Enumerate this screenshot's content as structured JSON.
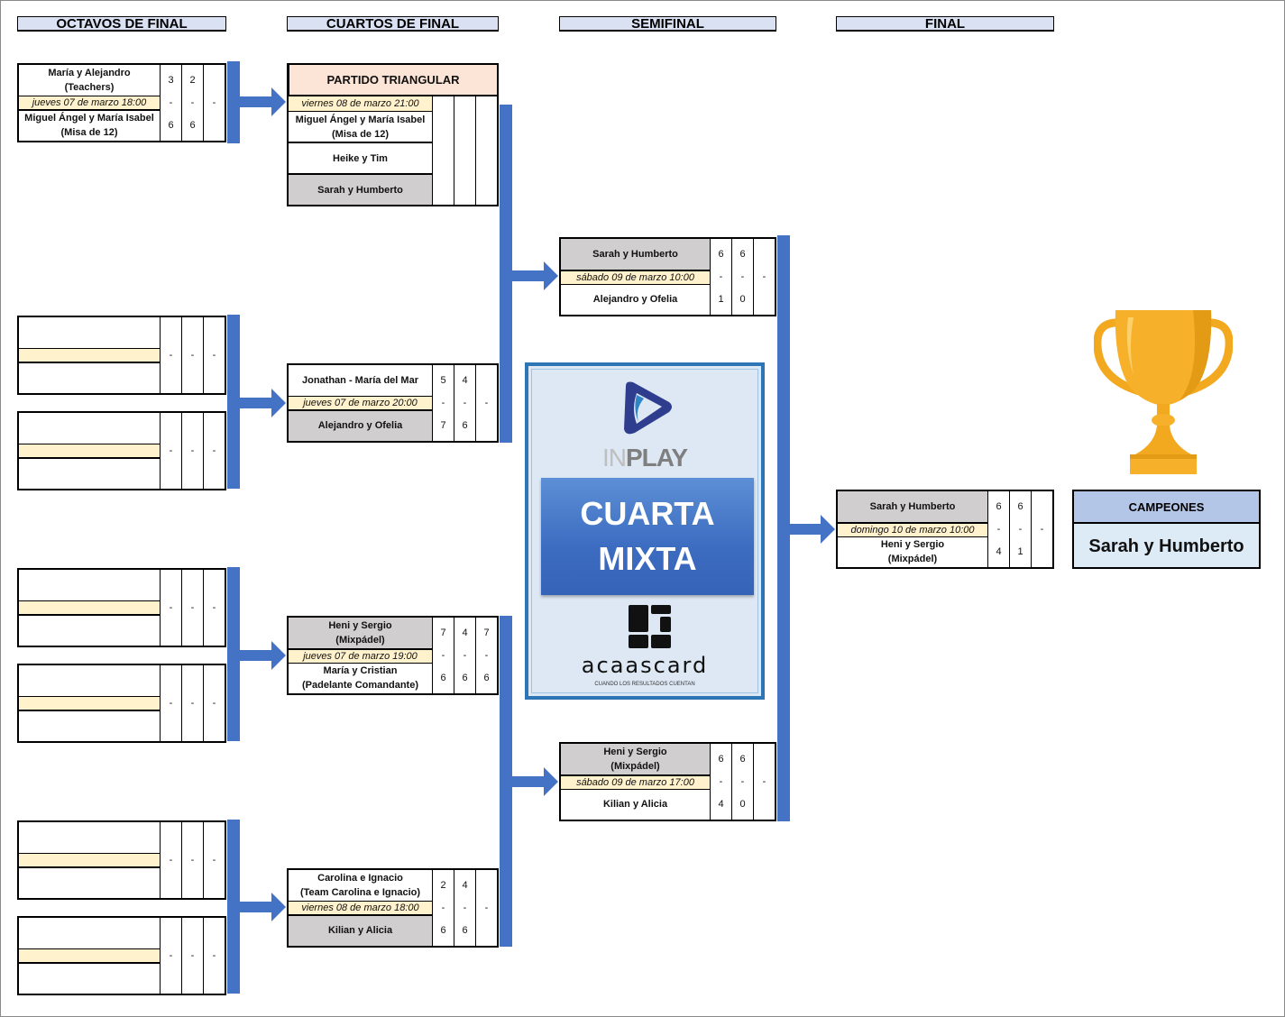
{
  "rounds": {
    "octavos": "OCTAVOS DE FINAL",
    "cuartos": "CUARTOS DE FINAL",
    "semifinal": "SEMIFINAL",
    "final": "FINAL"
  },
  "octavos": [
    {
      "team1": "María y Alejandro\n(Teachers)",
      "date": "jueves 07 de marzo 18:00",
      "team2": "Miguel Ángel y María Isabel\n(Misa de 12)",
      "s1": [
        "3",
        "2",
        ""
      ],
      "sd": [
        "-",
        "-",
        "-"
      ],
      "s2": [
        "6",
        "6",
        ""
      ]
    },
    {
      "team1": "",
      "date": "",
      "team2": "",
      "sd": [
        "-",
        "-",
        "-"
      ]
    },
    {
      "team1": "",
      "date": "",
      "team2": "",
      "sd": [
        "-",
        "-",
        "-"
      ]
    },
    {
      "team1": "",
      "date": "",
      "team2": "",
      "sd": [
        "-",
        "-",
        "-"
      ]
    },
    {
      "team1": "",
      "date": "",
      "team2": "",
      "sd": [
        "-",
        "-",
        "-"
      ]
    },
    {
      "team1": "",
      "date": "",
      "team2": "",
      "sd": [
        "-",
        "-",
        "-"
      ]
    },
    {
      "team1": "",
      "date": "",
      "team2": "",
      "sd": [
        "-",
        "-",
        "-"
      ]
    }
  ],
  "cuartos": {
    "triangular": {
      "title": "PARTIDO TRIANGULAR",
      "date": "viernes 08 de marzo 21:00",
      "teams": [
        "Miguel Ángel y María Isabel\n(Misa de 12)",
        "Heike y Tim",
        "Sarah y Humberto"
      ]
    },
    "matches": [
      {
        "team1": "Jonathan - María del Mar",
        "date": "jueves 07 de marzo 20:00",
        "team2": "Alejandro y Ofelia",
        "s1": [
          "5",
          "4",
          ""
        ],
        "sd": [
          "-",
          "-",
          "-"
        ],
        "s2": [
          "7",
          "6",
          ""
        ],
        "winner": 2
      },
      {
        "team1": "Heni y Sergio\n(Mixpádel)",
        "date": "jueves 07 de marzo 19:00",
        "team2": "María y Cristian\n(Padelante Comandante)",
        "s1": [
          "7",
          "4",
          "7"
        ],
        "sd": [
          "-",
          "-",
          "-"
        ],
        "s2": [
          "6",
          "6",
          "6"
        ],
        "winner": 1
      },
      {
        "team1": "Carolina e Ignacio\n(Team Carolina e Ignacio)",
        "date": "viernes 08 de marzo 18:00",
        "team2": "Kilian y Alicia",
        "s1": [
          "2",
          "4",
          ""
        ],
        "sd": [
          "-",
          "-",
          "-"
        ],
        "s2": [
          "6",
          "6",
          ""
        ],
        "winner": 2
      }
    ]
  },
  "semifinal": [
    {
      "team1": "Sarah y Humberto",
      "date": "sábado 09 de marzo 10:00",
      "team2": "Alejandro y Ofelia",
      "s1": [
        "6",
        "6",
        ""
      ],
      "sd": [
        "-",
        "-",
        "-"
      ],
      "s2": [
        "1",
        "0",
        ""
      ],
      "winner": 1
    },
    {
      "team1": "Heni y Sergio\n(Mixpádel)",
      "date": "sábado 09 de marzo 17:00",
      "team2": "Kilian y Alicia",
      "s1": [
        "6",
        "6",
        ""
      ],
      "sd": [
        "-",
        "-",
        "-"
      ],
      "s2": [
        "4",
        "0",
        ""
      ],
      "winner": 1
    }
  ],
  "final": {
    "team1": "Sarah y Humberto",
    "date": "domingo 10 de marzo 10:00",
    "team2": "Heni y Sergio\n(Mixpádel)",
    "s1": [
      "6",
      "6",
      ""
    ],
    "sd": [
      "-",
      "-",
      "-"
    ],
    "s2": [
      "4",
      "1",
      ""
    ],
    "winner": 1
  },
  "champions": {
    "label": "CAMPEONES",
    "name": "Sarah y Humberto"
  },
  "banner": {
    "logo1_in": "IN",
    "logo1_play": "PLAY",
    "title_line1": "CUARTA",
    "title_line2": "MIXTA",
    "logo2": "acaascard",
    "logo2_tagline": "CUANDO LOS RESULTADOS CUENTAN"
  },
  "icons": {
    "trophy": "trophy-icon",
    "inplay_logo": "play-logo-icon",
    "acaascard_logo": "acaascard-logo-icon",
    "arrow": "arrow-right-icon"
  },
  "colors": {
    "connector": "#4472c4",
    "date_row": "#fff2cc",
    "winner_row": "#d0cece",
    "header_bg": "#d9e1f2",
    "triangular_bg": "#fce4d6",
    "champ_head": "#b4c6e7",
    "champ_bg": "#ddebf7"
  }
}
